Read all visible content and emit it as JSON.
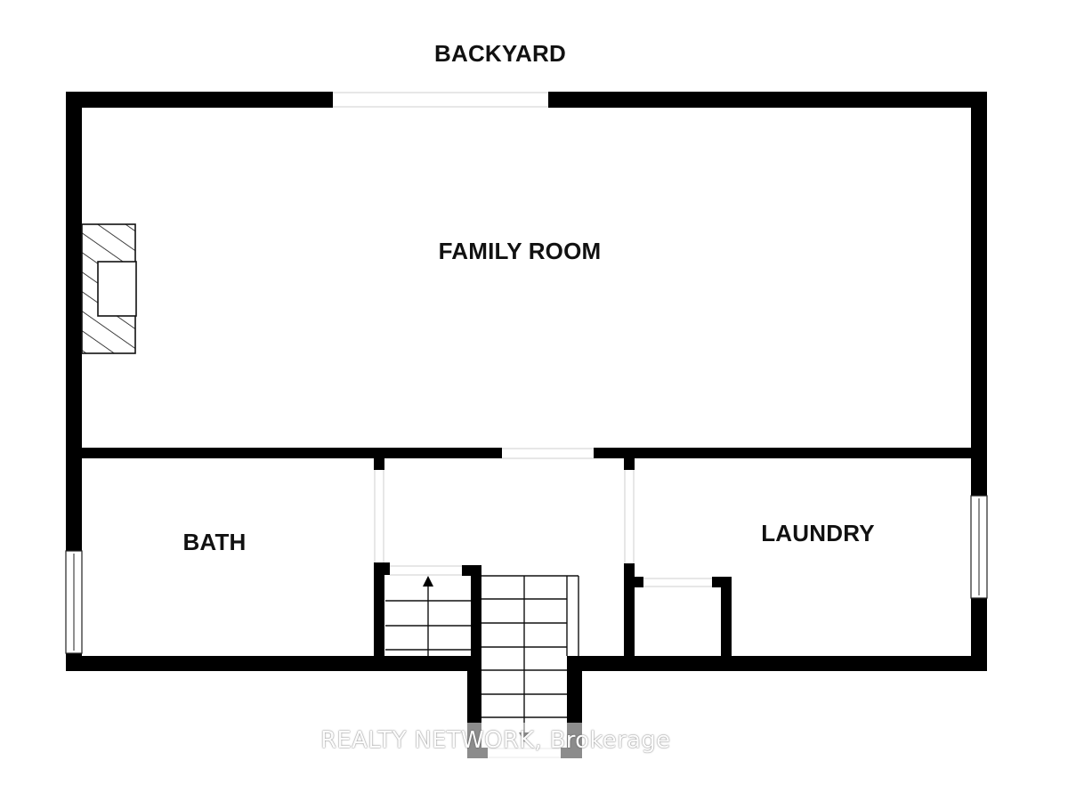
{
  "labels": {
    "backyard": "BACKYARD",
    "family_room": "FAMILY ROOM",
    "bath": "BATH",
    "laundry": "LAUNDRY"
  },
  "watermark": {
    "text": "REALTY NETWORK, Brokerage"
  },
  "colors": {
    "wall": "#000000",
    "background": "#ffffff",
    "stair_line": "#111111"
  }
}
